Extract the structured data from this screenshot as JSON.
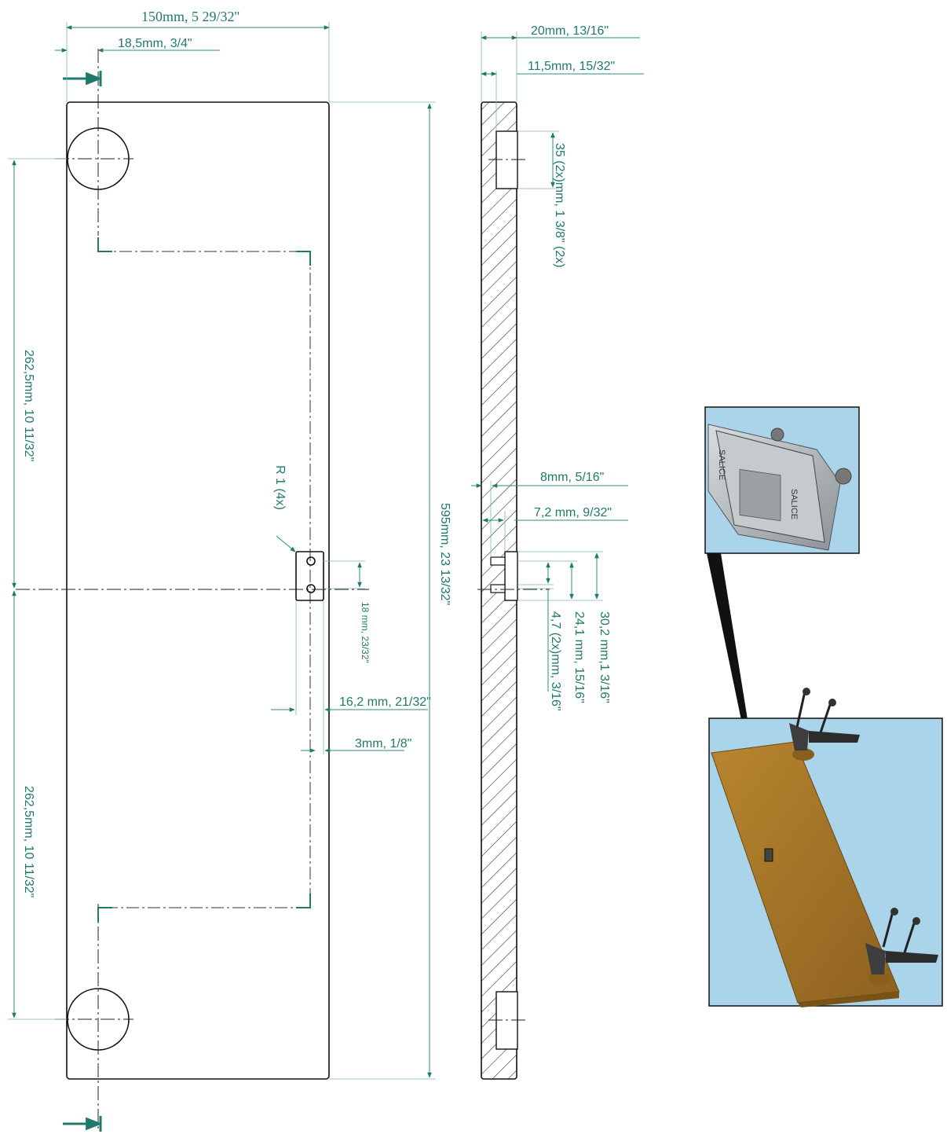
{
  "colors": {
    "dimension": "#1f7a6b",
    "part_outline": "#111111",
    "render_background": "#a9d4ea",
    "wood_panel": "#a9782c"
  },
  "front_view": {
    "width_label": "150mm, 5 29/32''",
    "hole_offset_label": "18,5mm, 3/4\"",
    "height_label": "595mm, 23 13/32\"",
    "upper_spacing_label": "262,5mm, 10 11/32\"",
    "lower_spacing_label": "262,5mm, 10 11/32\"",
    "radius_label": "R 1 (4x)",
    "plate_height_label": "18 mm, 23/32\"",
    "plate_offset_label": "16,2 mm, 21/32\"",
    "plate_inset_label": "3mm, 1/8\""
  },
  "side_view": {
    "thickness_label": "20mm, 13/16\"",
    "hinge_depth_label": "11,5mm, 15/32\"",
    "hinge_cup_label": "35 (2x)mm, 1 3/8\" (2x)",
    "pin_depth_label": "8mm, 5/16\"",
    "pin_inner_label": "7,2 mm, 9/32\"",
    "plate_total_label": "30,2 mm,1 3/16\"",
    "plate_mid_label": "24,1 mm, 15/16\"",
    "pin_spacing_label": "4,7 (2x)mm, 3/16\""
  },
  "detail_render": {
    "icon": "magnetic-catch-closeup",
    "label_left": "SALICE",
    "label_right": "SALICE"
  },
  "assembly_render": {
    "icon": "door-panel-with-hinges"
  }
}
